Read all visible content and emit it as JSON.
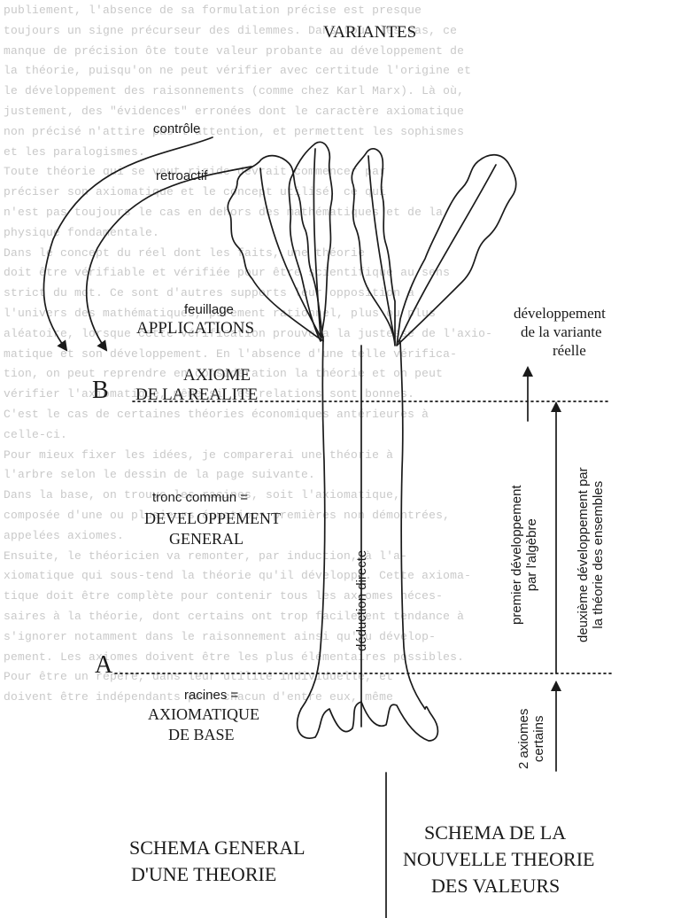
{
  "background_text": [
    "publiement, l'absence de sa formulation précise est presque",
    "toujours un signe précurseur des dilemmes. Dans tous les cas, ce",
    "manque de précision ôte toute valeur probante au développement de",
    "la théorie, puisqu'on ne peut vérifier avec certitude l'origine et",
    "le développement des raisonnements (comme chez Karl Marx). Là où,",
    "justement, des \"évidences\" erronées dont le caractère axiomatique",
    "non précisé n'attire pas l'attention, et permettent les sophismes",
    "et les paralogismes.",
    "Toute théorie qui se veut rigide devrait commencer par",
    "préciser son axiomatique et le concept utilisé, ce qui",
    "n'est pas toujours le cas en dehors des mathématiques et de la",
    "physique fondamentale.",
    "Dans le concept du réel dont les faits, une théorie",
    "doit être vérifiable et vérifiée pour être scientifique au sens",
    "strict du mot. Ce sont d'autres supports leur opposition à",
    "l'univers des mathématiques, purement rationnel, plus ou plus",
    "aléatoire, lorsque cette vérification prouvera la justesse de l'axio-",
    "matique et son développement. En l'absence d'une telle vérifica-",
    "tion, on peut reprendre en considération la théorie et on peut",
    "vérifier l'axiomatique, même si les relations sont bonnes.",
    "C'est le cas de certaines théories économiques antérieures à",
    "celle-ci.",
    "Pour mieux fixer les idées, je comparerai une théorie à",
    "l'arbre selon le dessin de la page suivante.",
    "Dans la base, on trouve les racines, soit l'axiomatique,",
    "composée d'une ou plusieurs équations premières non démontrées,",
    "appelées axiomes.",
    "Ensuite, le théoricien va remonter, par induction, à l'a-",
    "xiomatique qui sous-tend la théorie qu'il développe. Cette axioma-",
    "tique doit être complète pour contenir tous les axiomes néces-",
    "saires à la théorie, dont certains ont trop facilement tendance à",
    "s'ignorer notamment dans le raisonnement ainsi qu'au dévelop-",
    "pement. Les axiomes doivent être les plus élémentaires possibles.",
    "Pour être un repère, dans leur utilité individuelle, et",
    "doivent être indépendants pour chacun d'entre eux, même"
  ],
  "left_schema": {
    "title": "VARIANTES",
    "controle": "contrôle",
    "retroactif": "retroactif",
    "feuillage": "feuillage",
    "applications": "APPLICATIONS",
    "point_b": "B",
    "axiome_line1": "AXIOME",
    "axiome_line2": "DE LA REALITE",
    "tronc": "tronc commun =",
    "developpement": "DEVELOPPEMENT",
    "general": "GENERAL",
    "deduction": "déduction directe",
    "point_a": "A",
    "racines": "racines =",
    "axiomatique": "AXIOMATIQUE",
    "de_base": "DE BASE",
    "caption_line1": "SCHEMA GENERAL",
    "caption_line2": "D'UNE THEORIE"
  },
  "right_schema": {
    "variante_line1": "développement",
    "variante_line2": "de la variante",
    "variante_line3": "réelle",
    "premier_line1": "premier développement",
    "premier_line2": "par l'algèbre",
    "deuxieme_line1": "deuxième développement par",
    "deuxieme_line2": "la théorie des ensembles",
    "axiomes_line1": "2 axiomes",
    "axiomes_line2": "certains",
    "caption_line1": "SCHEMA DE LA",
    "caption_line2": "NOUVELLE THEORIE",
    "caption_line3": "DES VALEURS"
  }
}
